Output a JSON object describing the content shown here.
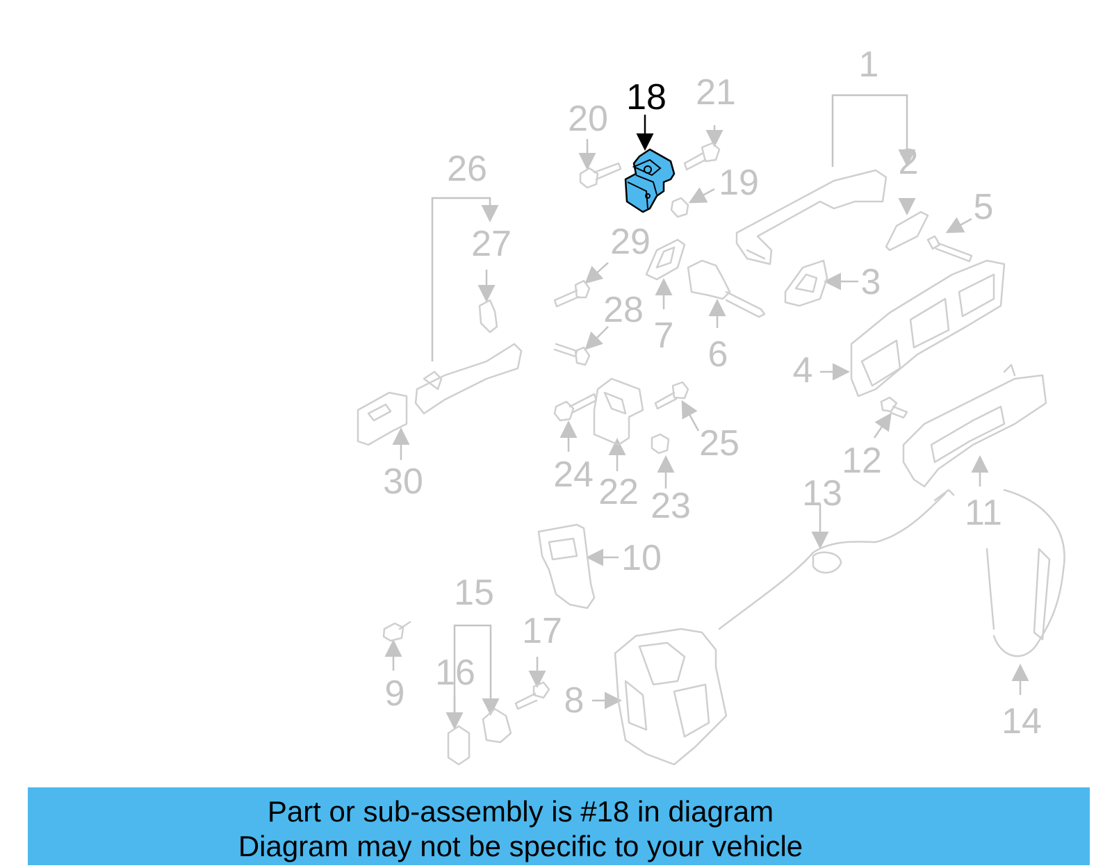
{
  "diagram": {
    "highlight_color": "#4cb8ee",
    "highlighted_part": "18",
    "labels": {
      "1": "1",
      "2": "2",
      "3": "3",
      "4": "4",
      "5": "5",
      "6": "6",
      "7": "7",
      "8": "8",
      "9": "9",
      "10": "10",
      "11": "11",
      "12": "12",
      "13": "13",
      "14": "14",
      "15": "15",
      "16": "16",
      "17": "17",
      "18": "18",
      "19": "19",
      "20": "20",
      "21": "21",
      "22": "22",
      "23": "23",
      "24": "24",
      "25": "25",
      "26": "26",
      "27": "27",
      "28": "28",
      "29": "29",
      "30": "30"
    }
  },
  "banner": {
    "line1": "Part or sub-assembly is #18 in diagram",
    "line2": "Diagram may not be specific to your vehicle",
    "color": "#4cb8ee"
  }
}
